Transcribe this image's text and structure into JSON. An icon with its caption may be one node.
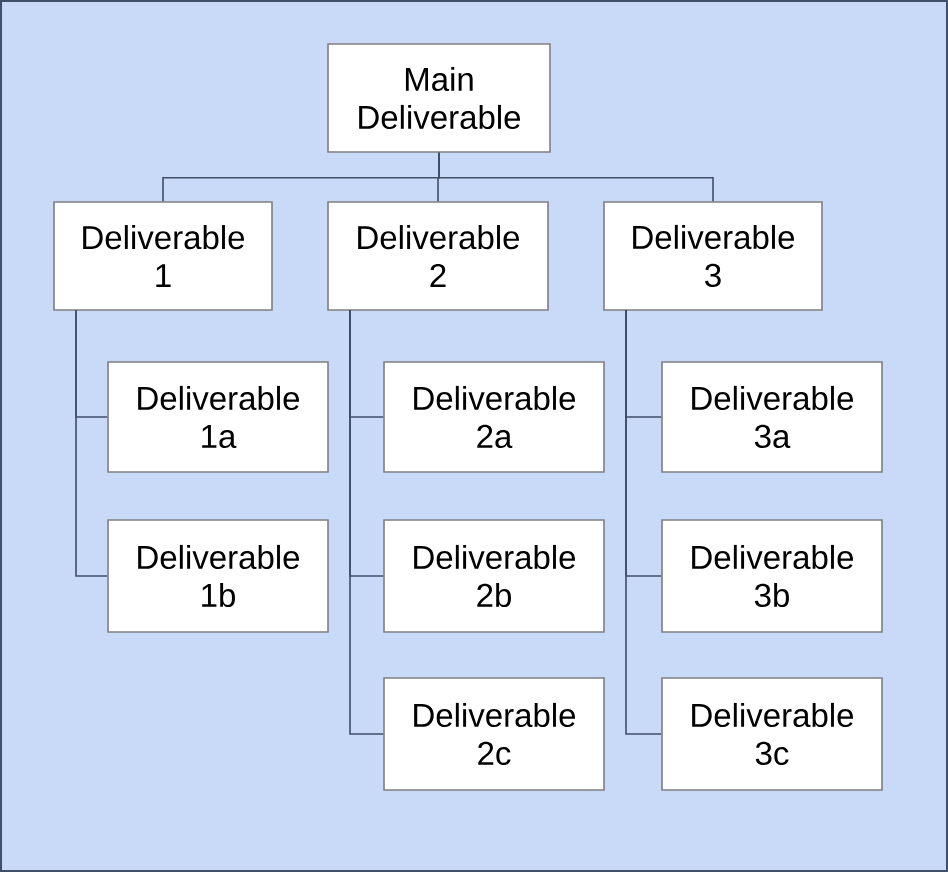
{
  "diagram": {
    "nodes": [
      {
        "text": [
          "Main Deliverable"
        ]
      },
      {
        "text": [
          "Deliverable 1"
        ]
      },
      {
        "text": [
          "Deliverable 2"
        ]
      },
      {
        "text": [
          "Deliverable 3"
        ]
      },
      {
        "text": [
          "Deliverable 1a"
        ]
      },
      {
        "text": [
          "Deliverable 1b"
        ]
      },
      {
        "text": [
          "Deliverable 2a"
        ]
      },
      {
        "text": [
          "Deliverable 2b"
        ]
      },
      {
        "text": [
          "Deliverable 2c"
        ]
      },
      {
        "text": [
          "Deliverable 3a"
        ]
      },
      {
        "text": [
          "Deliverable 3b"
        ]
      },
      {
        "text": [
          "Deliverable 3c"
        ]
      }
    ],
    "edges": [
      {
        "from": 0,
        "to": 1,
        "arrow": "none"
      },
      {
        "from": 0,
        "to": 2,
        "arrow": "none"
      },
      {
        "from": 0,
        "to": 3,
        "arrow": "none"
      },
      {
        "from": 1,
        "to": 4,
        "arrow": "none"
      },
      {
        "from": 1,
        "to": 5,
        "arrow": "none"
      },
      {
        "from": 2,
        "to": 6,
        "arrow": "none"
      },
      {
        "from": 2,
        "to": 7,
        "arrow": "none"
      },
      {
        "from": 2,
        "to": 8,
        "arrow": "none"
      },
      {
        "from": 3,
        "to": 9,
        "arrow": "none"
      },
      {
        "from": 3,
        "to": 10,
        "arrow": "none"
      },
      {
        "from": 3,
        "to": 11,
        "arrow": "none"
      }
    ]
  }
}
